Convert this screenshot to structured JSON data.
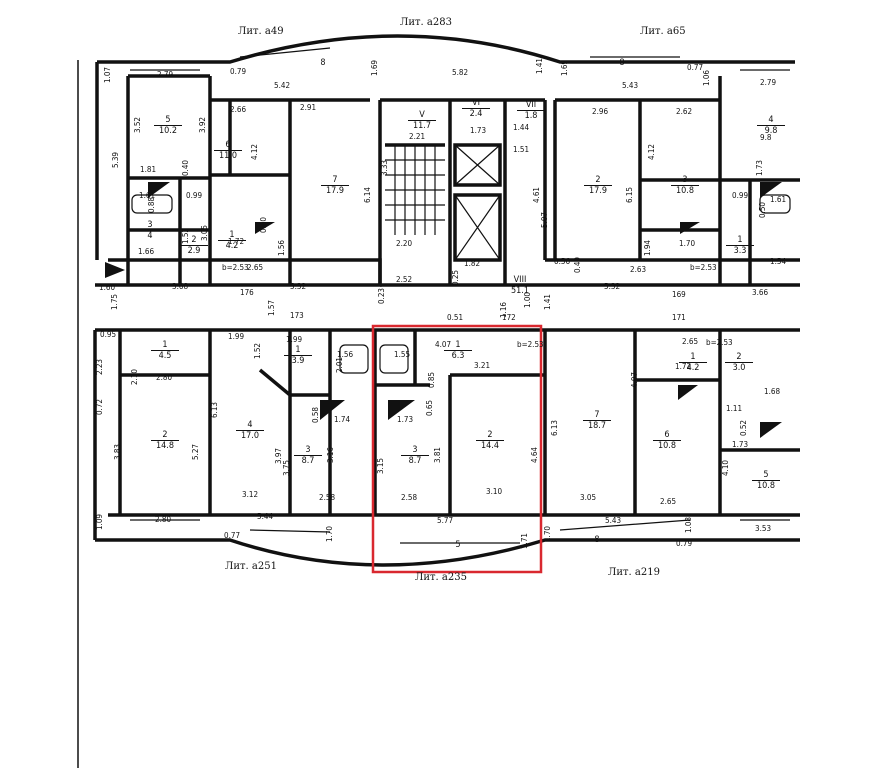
{
  "highlight_color": "#d9282f",
  "lit_labels": {
    "top_left": "Лит. а49",
    "top_center": "Лит. а283",
    "top_right": "Лит. а65",
    "bottom_left": "Лит. а251",
    "bottom_center": "Лит. а235",
    "bottom_right": "Лит. а219"
  },
  "rooms": [
    {
      "id": "tl-5",
      "num": "5",
      "area": "10.2"
    },
    {
      "id": "tl-6",
      "num": "6",
      "area": "11.0"
    },
    {
      "id": "tl-7",
      "num": "7",
      "area": "17.9"
    },
    {
      "id": "tl-3",
      "num": "3",
      "area": "4"
    },
    {
      "id": "tl-1",
      "num": "1",
      "area": "4.2"
    },
    {
      "id": "tl-2",
      "num": "2",
      "area": "2.9"
    },
    {
      "id": "tl-8",
      "num": "8",
      "area": ""
    },
    {
      "id": "c-V",
      "num": "V",
      "area": "11.7"
    },
    {
      "id": "c-VI",
      "num": "VI",
      "area": "2.4"
    },
    {
      "id": "c-VII",
      "num": "VII",
      "area": "1.8"
    },
    {
      "id": "c-VIII",
      "num": "VIII",
      "area": "51.1"
    },
    {
      "id": "tr-2",
      "num": "2",
      "area": "17.9"
    },
    {
      "id": "tr-3",
      "num": "3",
      "area": "10.8"
    },
    {
      "id": "tr-1",
      "num": "1",
      "area": "3.3"
    },
    {
      "id": "tr-4",
      "num": "4",
      "area": "9.8"
    },
    {
      "id": "tr-8",
      "num": "8",
      "area": ""
    },
    {
      "id": "bl-2",
      "num": "2",
      "area": "14.8"
    },
    {
      "id": "bl-1",
      "num": "1",
      "area": "4.5"
    },
    {
      "id": "bl-4",
      "num": "4",
      "area": "17.0"
    },
    {
      "id": "bl-1b",
      "num": "1",
      "area": "3.9"
    },
    {
      "id": "bl-3",
      "num": "3",
      "area": "8.7"
    },
    {
      "id": "bc-1",
      "num": "1",
      "area": "6.3"
    },
    {
      "id": "bc-2",
      "num": "2",
      "area": "14.4"
    },
    {
      "id": "bc-3",
      "num": "3",
      "area": "8.7"
    },
    {
      "id": "bc-5",
      "num": "5",
      "area": ""
    },
    {
      "id": "br-7",
      "num": "7",
      "area": "18.7"
    },
    {
      "id": "br-1",
      "num": "1",
      "area": "4.2"
    },
    {
      "id": "br-2",
      "num": "2",
      "area": "3.0"
    },
    {
      "id": "br-6",
      "num": "6",
      "area": "10.8"
    },
    {
      "id": "br-5",
      "num": "5",
      "area": "10.8"
    },
    {
      "id": "br-8",
      "num": "8",
      "area": ""
    }
  ],
  "dimensions": [
    "2.79",
    "1.07",
    "0.79",
    "5.42",
    "1.69",
    "5.82",
    "1.41",
    "1.69",
    "5.43",
    "0.77",
    "1.06",
    "2.79",
    "3.52",
    "3.92",
    "2.66",
    "2.91",
    "2.96",
    "2.62",
    "9.8",
    "5.39",
    "4.12",
    "4.12",
    "1.81",
    "0.40",
    "1.61",
    "0.88",
    "0.99",
    "1.73",
    "0.99",
    "0.50",
    "1.61",
    "2.21",
    "1.73",
    "1.44",
    "1.51",
    "6.14",
    "6.15",
    "3.33",
    "4.61",
    "5.07",
    "1.72",
    "0.60",
    "1.66",
    "1.52",
    "3.05",
    "1.56",
    "2.20",
    "1.82",
    "0.56",
    "0.49",
    "1.70",
    "1.94",
    "1.54",
    "b=2.53",
    "2.65",
    "2.52",
    "2.63",
    "b=2.53",
    "1.60",
    "3.68",
    "176",
    "5.32",
    "169",
    "5.32",
    "3.66",
    "1.75",
    "1.57",
    "0.23",
    "0.25",
    "1.00",
    "1.41",
    "0.95",
    "1.99",
    "1.99",
    "1.52",
    "1.56",
    "1.55",
    "4.07",
    "b=2.53",
    "2.65",
    "b=2.53",
    "173",
    "0.51",
    "1.16",
    "172",
    "171",
    "2.80",
    "1.74",
    "1.73",
    "1.72",
    "1.68",
    "2.10",
    "2.01",
    "0.85",
    "3.21",
    "6.13",
    "4.07",
    "6.13",
    "3.81",
    "4.64",
    "3.16",
    "3.75",
    "3.97",
    "3.83",
    "5.27",
    "3.15",
    "1.11",
    "0.52",
    "0.58",
    "0.65",
    "1.73",
    "3.12",
    "2.58",
    "2.58",
    "3.10",
    "3.05",
    "2.65",
    "4.10",
    "1.09",
    "2.80",
    "5.44",
    "5.77",
    "5.43",
    "3.53",
    "0.77",
    "1.70",
    "1.71",
    "1.70",
    "0.79",
    "1.08",
    "0.72",
    "2.23"
  ]
}
